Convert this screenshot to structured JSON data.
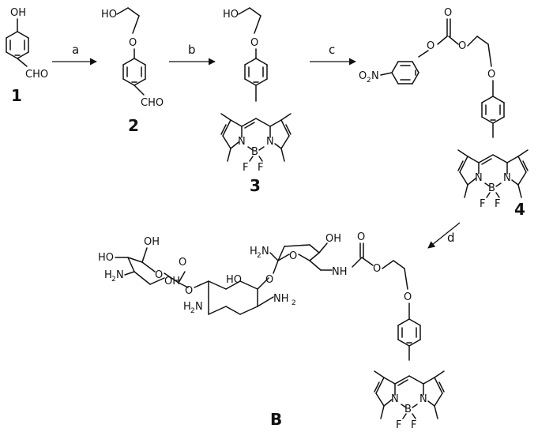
{
  "steps": {
    "a": "a",
    "b": "b",
    "c": "c",
    "d": "d"
  },
  "compounds": {
    "c1": "1",
    "c2": "2",
    "c3": "3",
    "c4": "4",
    "cB": "B"
  },
  "atoms": {
    "oh": "OH",
    "ho": "HO",
    "o": "O",
    "cho": "CHO",
    "nitro_o": "O",
    "nitro_sub": "2",
    "nitro_n": "N",
    "n": "N",
    "b": "B",
    "f": "F",
    "h2n_h": "H",
    "h2n_sub": "2",
    "h2n_n": "N",
    "nh2_n": "NH",
    "nh2_sub": "2",
    "nh": "NH"
  }
}
